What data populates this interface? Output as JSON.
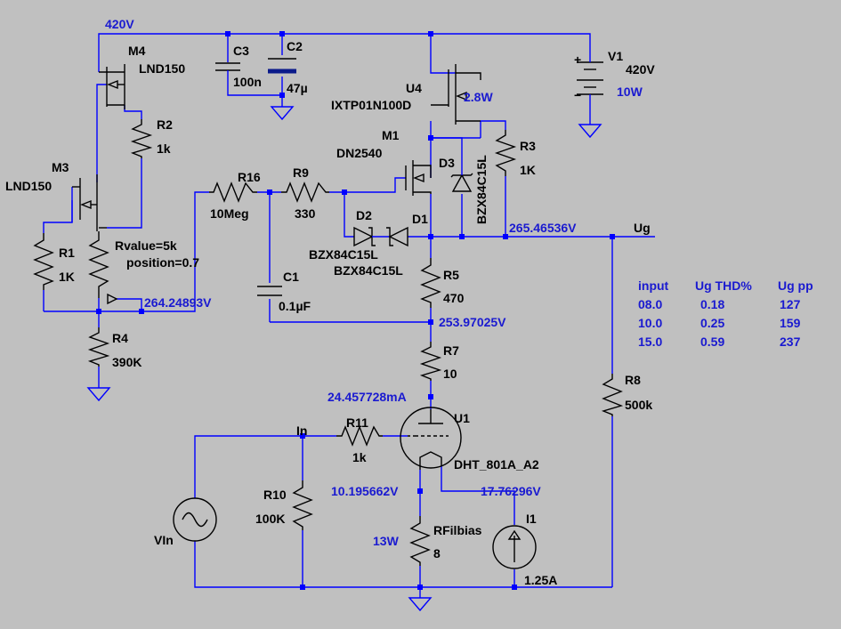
{
  "nets": {
    "supply": "420V",
    "ug": "Ug",
    "in": "In",
    "v_r2": "264.24893V",
    "v_ug": "265.46536V",
    "v_r5": "253.97025V",
    "i_plate": "24.457728mA",
    "v_fil_left": "10.195662V",
    "v_fil_right": "17.76296V"
  },
  "components": {
    "m4": {
      "ref": "M4",
      "part": "LND150"
    },
    "m3": {
      "ref": "M3",
      "part": "LND150"
    },
    "m1": {
      "ref": "M1",
      "part": "DN2540"
    },
    "u4": {
      "ref": "U4",
      "part": "IXTP01N100D",
      "power": "2.8W"
    },
    "c3": {
      "ref": "C3",
      "value": "100n"
    },
    "c2": {
      "ref": "C2",
      "value": "47µ"
    },
    "v1": {
      "ref": "V1",
      "value": "420V",
      "power": "10W"
    },
    "r2": {
      "ref": "R2",
      "value": "1k"
    },
    "r1": {
      "ref": "R1",
      "value": "1K"
    },
    "pot": {
      "line1": "Rvalue=5k",
      "line2": "position=0.7"
    },
    "r4": {
      "ref": "R4",
      "value": "390K"
    },
    "r16": {
      "ref": "R16",
      "value": "10Meg"
    },
    "r9": {
      "ref": "R9",
      "value": "330"
    },
    "c1": {
      "ref": "C1",
      "value": "0.1µF"
    },
    "d2": {
      "ref": "D2",
      "part": "BZX84C15L"
    },
    "d1": {
      "ref": "D1",
      "part": "BZX84C15L"
    },
    "d3": {
      "ref": "D3",
      "part": "BZX84C15L"
    },
    "r3": {
      "ref": "R3",
      "value": "1K"
    },
    "r5": {
      "ref": "R5",
      "value": "470"
    },
    "r7": {
      "ref": "R7",
      "value": "10"
    },
    "r8": {
      "ref": "R8",
      "value": "500k"
    },
    "u1": {
      "ref": "U1",
      "part": "DHT_801A_A2"
    },
    "r11": {
      "ref": "R11",
      "value": "1k"
    },
    "r10": {
      "ref": "R10",
      "value": "100K"
    },
    "vin": {
      "ref": "VIn"
    },
    "rfil": {
      "ref": "RFilbias",
      "value": "8",
      "power": "13W"
    },
    "i1": {
      "ref": "I1",
      "value": "1.25A"
    }
  },
  "table": {
    "headers": [
      "input",
      "Ug THD%",
      "Ug pp"
    ],
    "rows": [
      [
        "08.0",
        "0.18",
        "127"
      ],
      [
        "10.0",
        "0.25",
        "159"
      ],
      [
        "15.0",
        "0.59",
        "237"
      ]
    ]
  }
}
